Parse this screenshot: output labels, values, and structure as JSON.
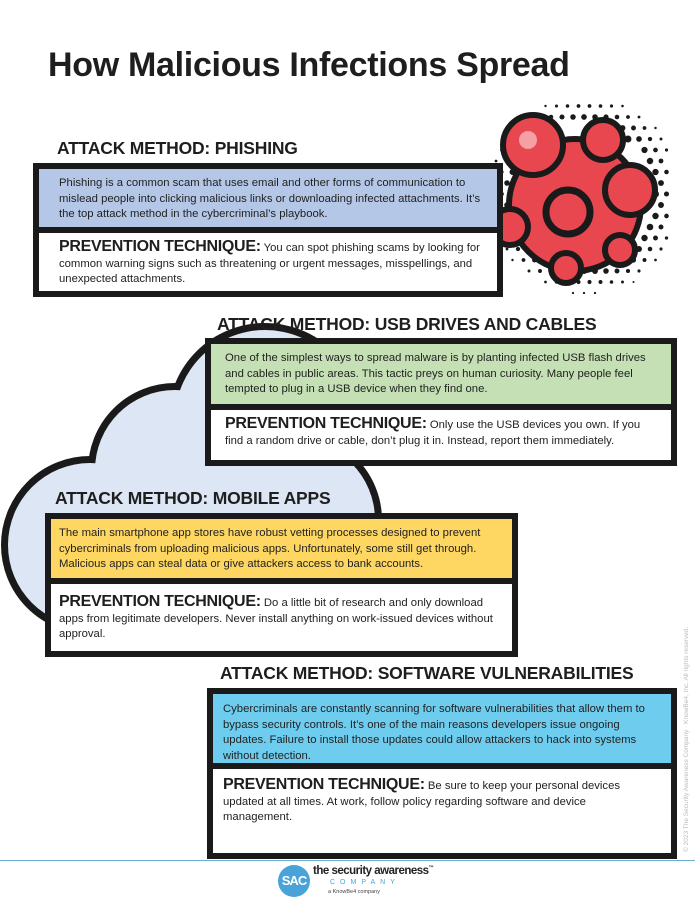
{
  "title": "How Malicious Infections Spread",
  "prevention_label": "PREVENTION TECHNIQUE:",
  "sections": [
    {
      "heading": "ATTACK METHOD: PHISHING",
      "attack_text": "Phishing is a common scam that uses email and other forms of communication to mislead people into clicking malicious links or downloading infected attachments. It’s the top attack method in the cybercriminal’s playbook.",
      "prevention_text": "You can spot phishing scams by looking for common warning signs such as threatening or urgent messages, misspellings, and unexpected attachments.",
      "color": "#b4c7e7"
    },
    {
      "heading": "ATTACK METHOD: USB DRIVES AND CABLES",
      "attack_text": "One of the simplest ways to spread malware is by planting infected USB flash drives and cables in public areas. This tactic preys on human curiosity. Many people feel tempted to plug in a USB device when they find one.",
      "prevention_text": "Only use the USB devices you own. If you find a random drive or cable, don’t plug it in. Instead, report them immediately.",
      "color": "#c5e0b4"
    },
    {
      "heading": "ATTACK METHOD: MOBILE APPS",
      "attack_text": "The main smartphone app stores have robust vetting processes designed to prevent cybercriminals from uploading malicious apps. Unfortunately, some still get through. Malicious apps can steal data or give attackers access to bank accounts.",
      "prevention_text": "Do a little bit of research and only download apps from legitimate developers. Never install anything on work-issued devices without approval.",
      "color": "#fed762"
    },
    {
      "heading": "ATTACK METHOD: SOFTWARE VULNERABILITIES",
      "attack_text": "Cybercriminals are constantly scanning for software vulnerabilities that allow them to bypass security controls. It’s one of the main reasons developers issue ongoing updates. Failure to install those updates could allow attackers to hack into systems without detection.",
      "prevention_text": "Be sure to keep your personal devices updated at all times. At work, follow policy regarding software and device management.",
      "color": "#6ecdef"
    }
  ],
  "copyright": "© 2023 The Security Awareness Company · KnowBe4, Inc. All rights reserved.",
  "logo": {
    "mark": "SAC",
    "name": "the security awareness",
    "tm": "™",
    "company": "COMPANY",
    "tagline": "a KnowBe4 company",
    "color": "#4aa3d8"
  }
}
